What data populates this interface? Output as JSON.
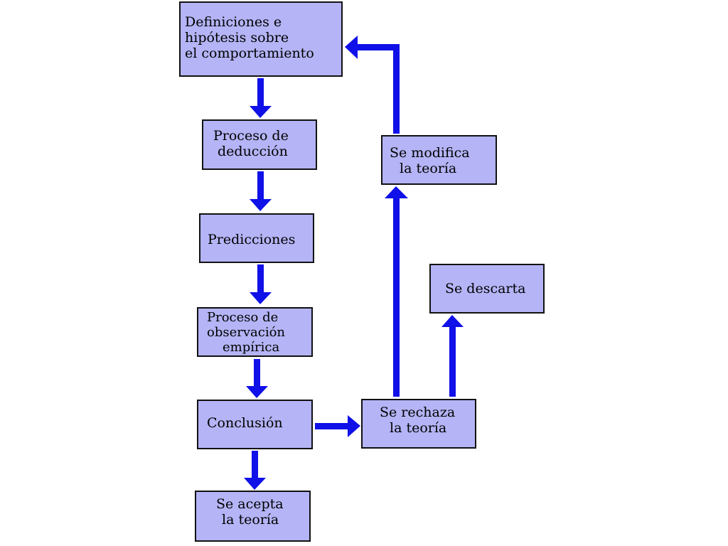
{
  "colors": {
    "box_fill": "#b4b4f6",
    "arrow": "#1010e8",
    "border": "#111111"
  },
  "diagram": {
    "boxes": {
      "definiciones": [
        "Definiciones e",
        "hipótesis sobre",
        "el comportamiento"
      ],
      "deduccion": [
        "Proceso de",
        "deducción"
      ],
      "predicciones": [
        "Predicciones"
      ],
      "observacion": [
        "Proceso de",
        "observación",
        "empírica"
      ],
      "conclusion": [
        "Conclusión"
      ],
      "acepta": [
        "Se acepta",
        "la teoría"
      ],
      "rechaza": [
        "Se rechaza",
        "la teoría"
      ],
      "modifica": [
        "Se modifica",
        "la teoría"
      ],
      "descarta": [
        "Se descarta"
      ]
    },
    "connections": [
      {
        "from": "definiciones",
        "to": "deduccion"
      },
      {
        "from": "deduccion",
        "to": "predicciones"
      },
      {
        "from": "predicciones",
        "to": "observacion"
      },
      {
        "from": "observacion",
        "to": "conclusion"
      },
      {
        "from": "conclusion",
        "to": "acepta"
      },
      {
        "from": "conclusion",
        "to": "rechaza"
      },
      {
        "from": "rechaza",
        "to": "modifica"
      },
      {
        "from": "rechaza",
        "to": "descarta"
      },
      {
        "from": "modifica",
        "to": "definiciones"
      }
    ]
  }
}
